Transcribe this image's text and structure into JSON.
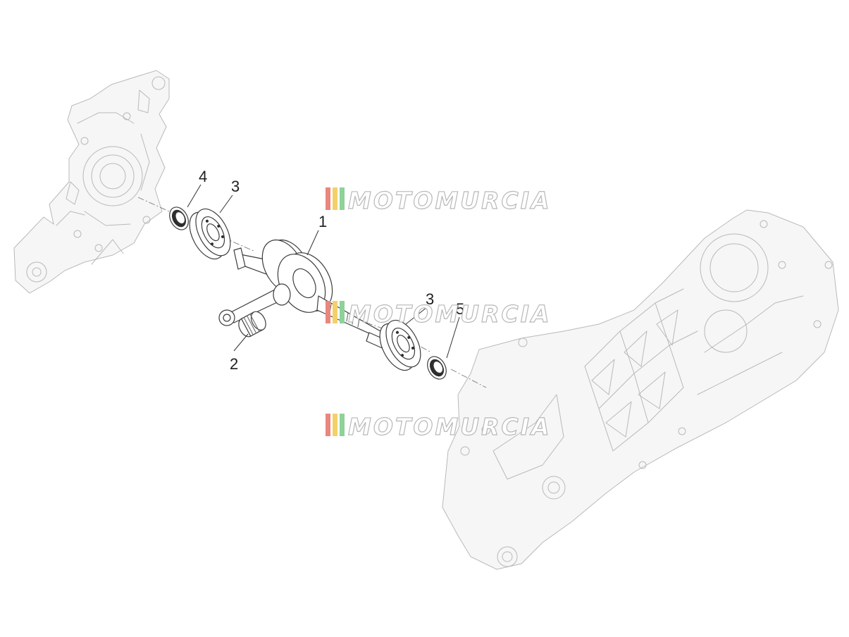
{
  "diagram": {
    "callouts": [
      "1",
      "2",
      "3",
      "3",
      "4",
      "5"
    ],
    "watermark": {
      "text": "MOTOMURCIA",
      "stripe_colors": [
        "#e9867e",
        "#f2d16b",
        "#8fd19a"
      ]
    }
  }
}
